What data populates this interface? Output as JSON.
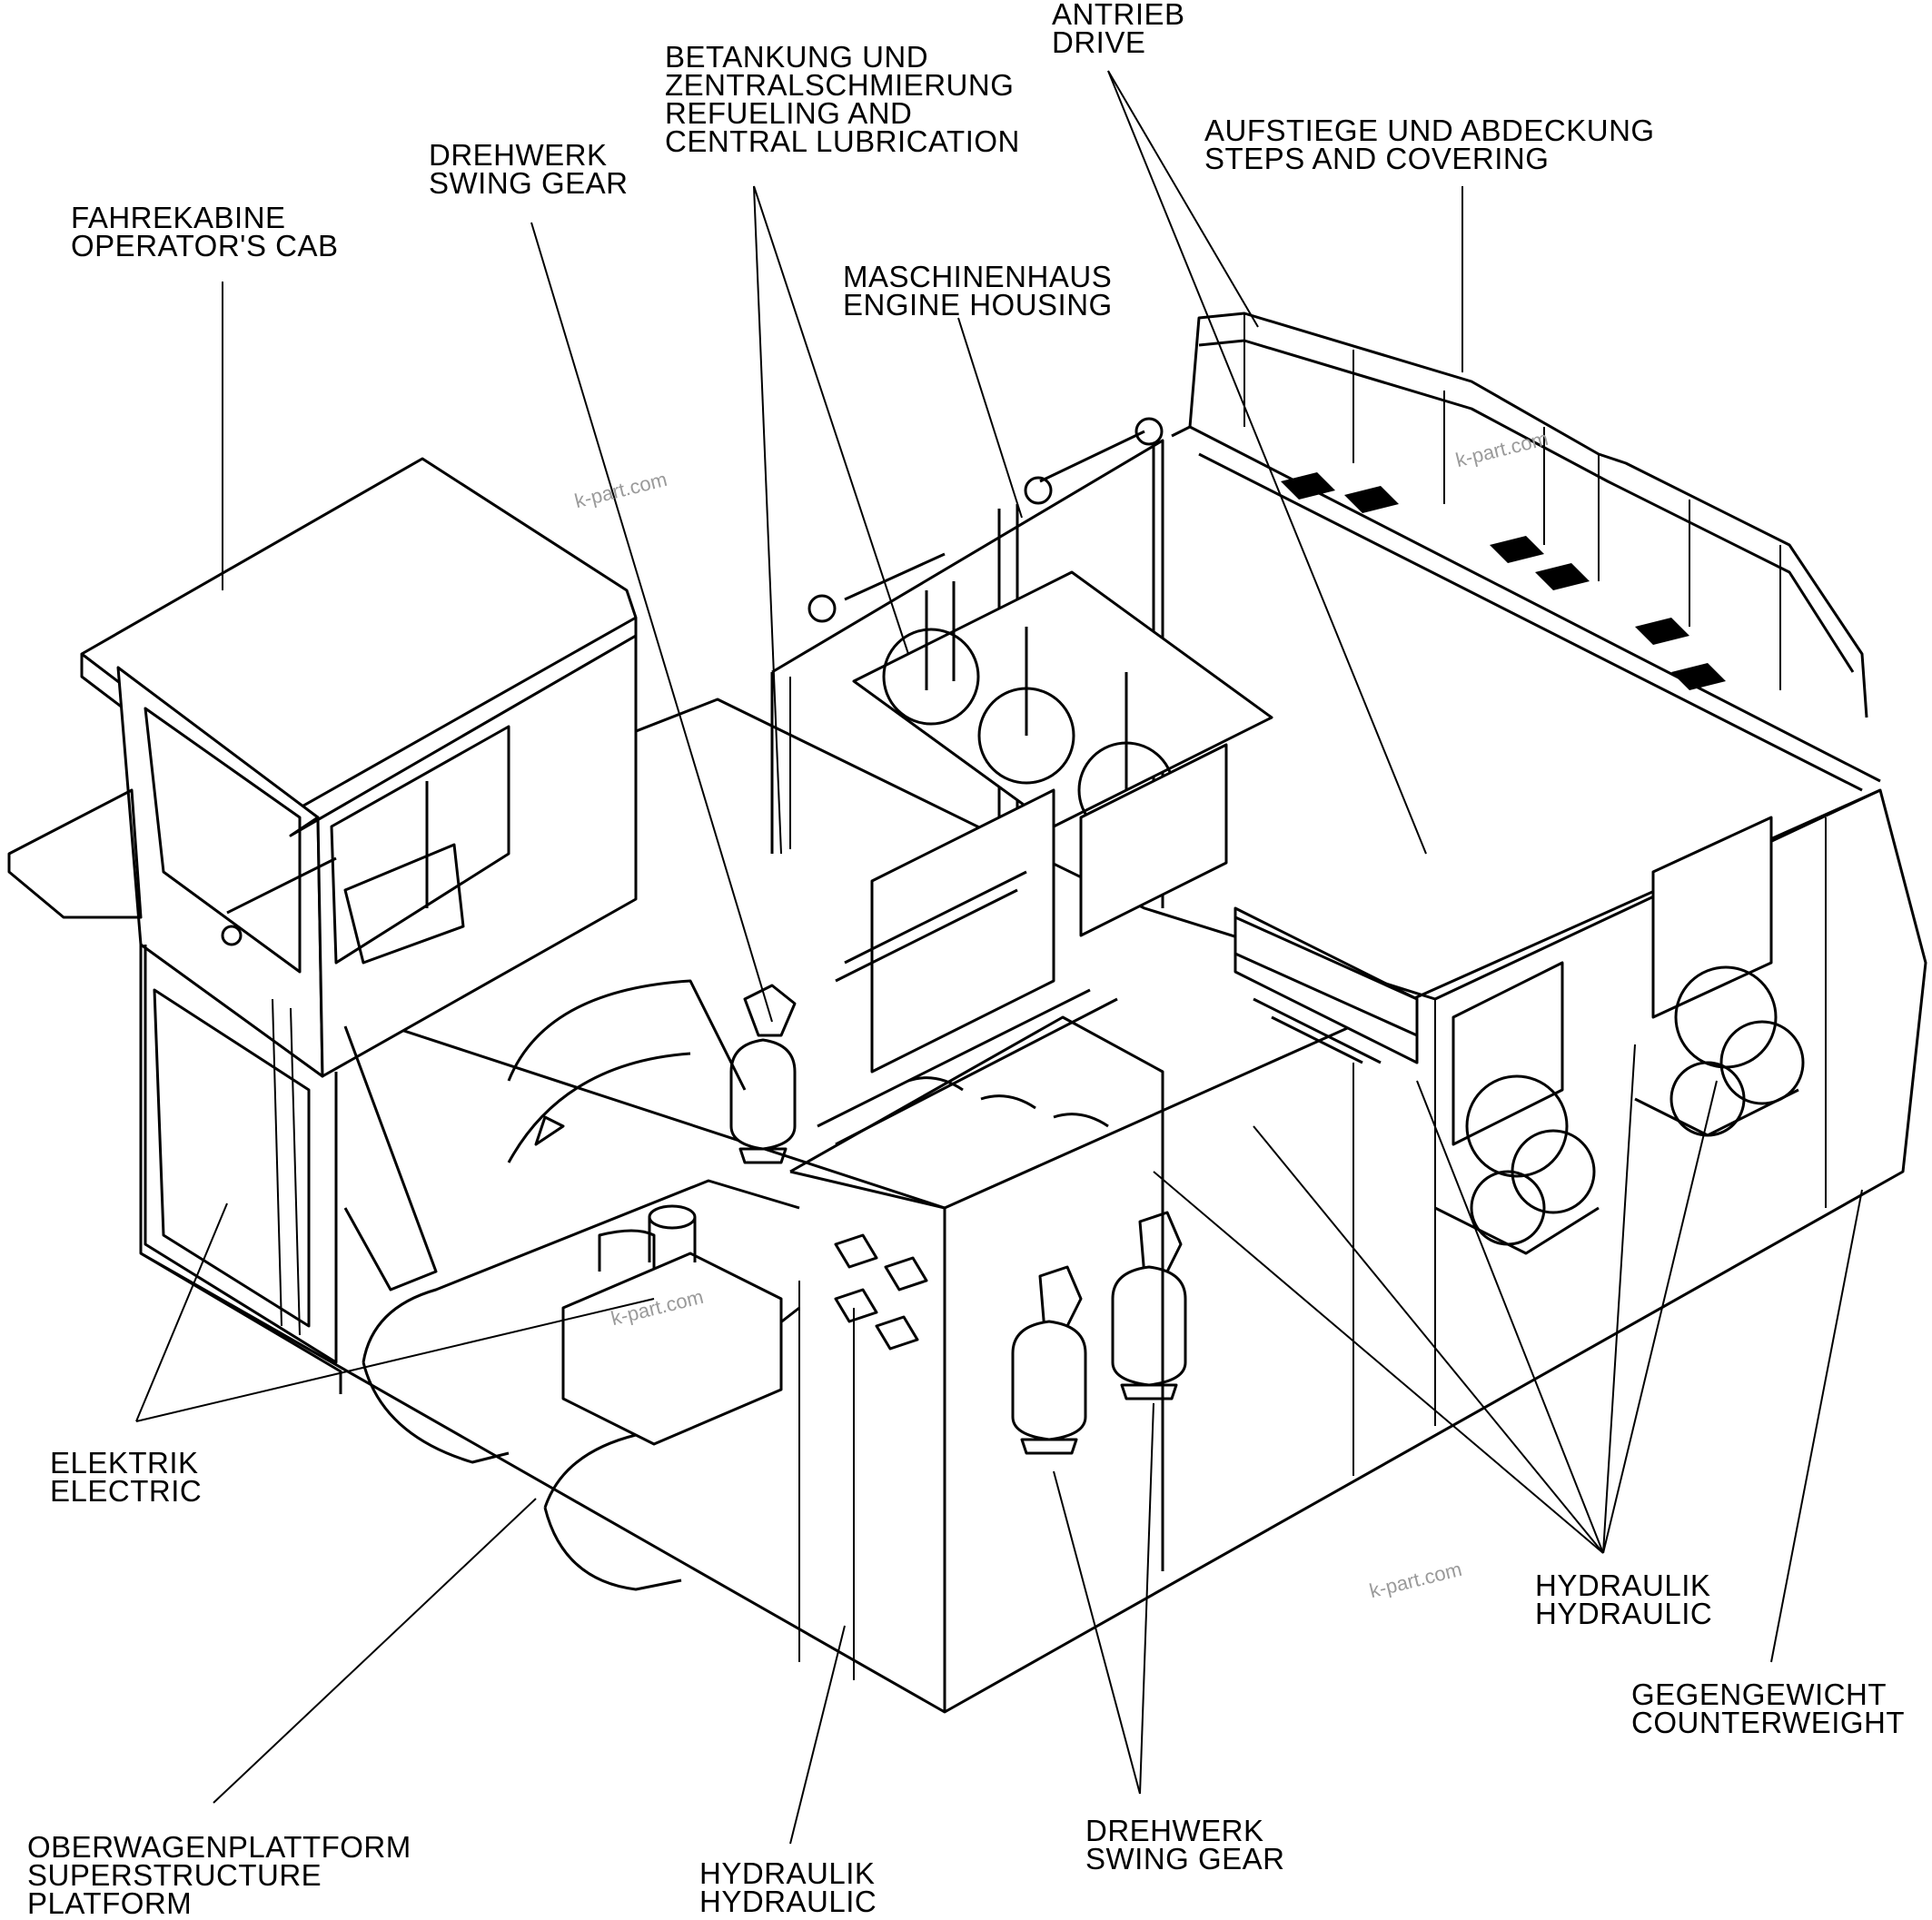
{
  "labels": {
    "antrieb": [
      "ANTRIEB",
      "DRIVE"
    ],
    "betankung": [
      "BETANKUNG UND",
      "ZENTRALSCHMIERUNG",
      "REFUELING AND",
      "CENTRAL LUBRICATION"
    ],
    "aufstiege": [
      "AUFSTIEGE UND ABDECKUNG",
      "STEPS AND COVERING"
    ],
    "drehwerk_top": [
      "DREHWERK",
      "SWING GEAR"
    ],
    "fahrekabine": [
      "FAHREKABINE",
      "OPERATOR'S CAB"
    ],
    "maschinenhaus": [
      "MASCHINENHAUS",
      "ENGINE HOUSING"
    ],
    "elektrik": [
      "ELEKTRIK",
      "ELECTRIC"
    ],
    "hydraulik_right": [
      "HYDRAULIK",
      "HYDRAULIC"
    ],
    "gegengewicht": [
      "GEGENGEWICHT",
      "COUNTERWEIGHT"
    ],
    "oberwagen": [
      "OBERWAGENPLATTFORM",
      "SUPERSTRUCTURE",
      "PLATFORM"
    ],
    "hydraulik_bottom": [
      "HYDRAULIK",
      "HYDRAULIC"
    ],
    "drehwerk_bottom": [
      "DREHWERK",
      "SWING GEAR"
    ]
  },
  "watermarks": [
    "k-part.com",
    "k-part.com",
    "k-part.com",
    "k-part.com"
  ],
  "colors": {
    "line": "#000000",
    "background": "#ffffff",
    "watermark": "#9a9a9a"
  }
}
